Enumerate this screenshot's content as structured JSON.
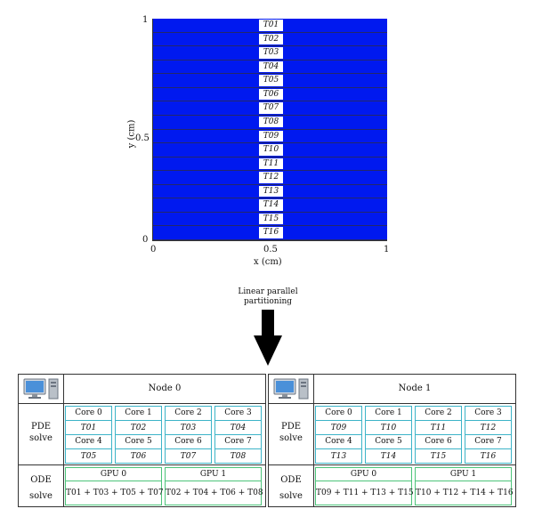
{
  "plot": {
    "ylabel": "y (cm)",
    "xlabel": "x (cm)",
    "yticks": [
      "1",
      "0.5",
      "0"
    ],
    "xticks": [
      "0",
      "0.5",
      "1"
    ],
    "fill_color": "#0019ef",
    "tasks": [
      "T01",
      "T02",
      "T03",
      "T04",
      "T05",
      "T06",
      "T07",
      "T08",
      "T09",
      "T10",
      "T11",
      "T12",
      "T13",
      "T14",
      "T15",
      "T16"
    ]
  },
  "arrow": {
    "caption_line1": "Linear parallel",
    "caption_line2": "partitioning"
  },
  "nodes": [
    {
      "title": "Node 0",
      "icon": "computer-icon",
      "pde_line1": "PDE",
      "pde_line2": "solve",
      "ode_line1": "ODE",
      "ode_line2": "solve",
      "cores": [
        {
          "name": "Core 0",
          "task": "T01"
        },
        {
          "name": "Core 1",
          "task": "T02"
        },
        {
          "name": "Core 2",
          "task": "T03"
        },
        {
          "name": "Core 3",
          "task": "T04"
        },
        {
          "name": "Core 4",
          "task": "T05"
        },
        {
          "name": "Core 5",
          "task": "T06"
        },
        {
          "name": "Core 6",
          "task": "T07"
        },
        {
          "name": "Core 7",
          "task": "T08"
        }
      ],
      "gpus": [
        {
          "name": "GPU 0",
          "tasks": "T01 + T03 + T05 + T07"
        },
        {
          "name": "GPU 1",
          "tasks": "T02 + T04 + T06 + T08"
        }
      ]
    },
    {
      "title": "Node 1",
      "icon": "computer-icon",
      "pde_line1": "PDE",
      "pde_line2": "solve",
      "ode_line1": "ODE",
      "ode_line2": "solve",
      "cores": [
        {
          "name": "Core 0",
          "task": "T09"
        },
        {
          "name": "Core 1",
          "task": "T10"
        },
        {
          "name": "Core 2",
          "task": "T11"
        },
        {
          "name": "Core 3",
          "task": "T12"
        },
        {
          "name": "Core 4",
          "task": "T13"
        },
        {
          "name": "Core 5",
          "task": "T14"
        },
        {
          "name": "Core 6",
          "task": "T15"
        },
        {
          "name": "Core 7",
          "task": "T16"
        }
      ],
      "gpus": [
        {
          "name": "GPU 0",
          "tasks": "T09 + T11 + T13 + T15"
        },
        {
          "name": "GPU 1",
          "tasks": "T10 + T12 + T14 + T16"
        }
      ]
    }
  ]
}
